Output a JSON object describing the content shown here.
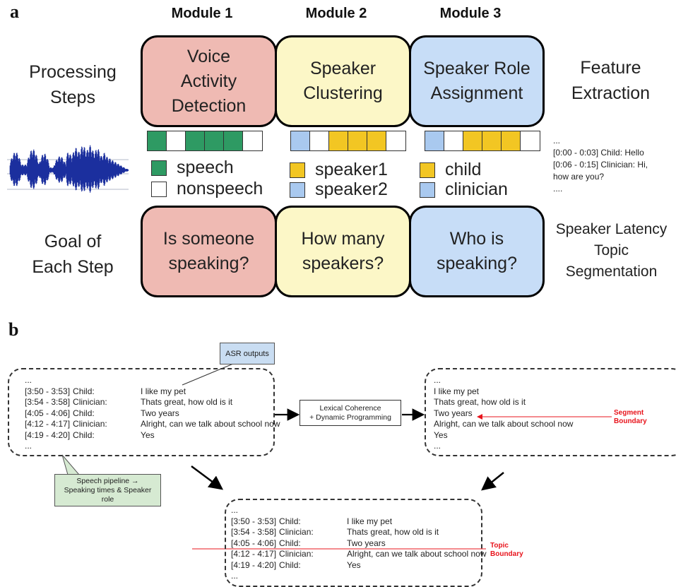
{
  "panel_a": {
    "letter": "a",
    "modules": [
      {
        "header": "Module 1",
        "step": "Voice\nActivity\nDetection",
        "goal": "Is someone\nspeaking?",
        "color": "#efbab3"
      },
      {
        "header": "Module 2",
        "step": "Speaker\nClustering",
        "goal": "How many\nspeakers?",
        "color": "#fcf7c7"
      },
      {
        "header": "Module 3",
        "step": "Speaker Role\nAssignment",
        "goal": "Who is\nspeaking?",
        "color": "#c7ddf7"
      }
    ],
    "row_labels": {
      "processing": "Processing\nSteps",
      "goal": "Goal of\nEach Step"
    },
    "feature": {
      "title": "Feature\nExtraction",
      "goals": "Speaker Latency\nTopic\nSegmentation"
    },
    "strips": [
      [
        "#2e9a63",
        "#ffffff",
        "#2e9a63",
        "#2e9a63",
        "#2e9a63",
        "#ffffff"
      ],
      [
        "#a9c9ef",
        "#ffffff",
        "#f2c623",
        "#f2c623",
        "#f2c623",
        "#ffffff"
      ],
      [
        "#a9c9ef",
        "#ffffff",
        "#f2c623",
        "#f2c623",
        "#f2c623",
        "#ffffff"
      ]
    ],
    "legends": [
      [
        {
          "label": "speech",
          "color": "#2e9a63"
        },
        {
          "label": "nonspeech",
          "color": "#ffffff"
        }
      ],
      [
        {
          "label": "speaker1",
          "color": "#f2c623"
        },
        {
          "label": "speaker2",
          "color": "#a9c9ef"
        }
      ],
      [
        {
          "label": "child",
          "color": "#f2c623"
        },
        {
          "label": "clinician",
          "color": "#a9c9ef"
        }
      ]
    ],
    "feature_text": "...\n[0:00 - 0:03] Child: Hello\n[0:06 - 0:15] Clinician: Hi,\nhow are you?\n....",
    "waveform_color": "#1b2f9e"
  },
  "panel_b": {
    "letter": "b",
    "asr_label": "ASR outputs",
    "process_label": "Lexical Coherence\n+ Dynamic Programming",
    "pipeline_label": "Speech pipeline →\nSpeaking times & Speaker\nrole",
    "segment_label": "Segment\nBoundary",
    "topic_label": "Topic\nBoundary",
    "dots": "...",
    "transcript": [
      {
        "time": "[3:50 - 3:53]",
        "speaker": "Child:",
        "text": "I like my pet"
      },
      {
        "time": "[3:54 - 3:58]",
        "speaker": "Clinician:",
        "text": "Thats great, how old is it"
      },
      {
        "time": "[4:05 - 4:06]",
        "speaker": "Child:",
        "text": "Two years"
      },
      {
        "time": "[4:12 - 4:17]",
        "speaker": "Clinician:",
        "text": "Alright, can we talk about school now"
      },
      {
        "time": "[4:19 - 4:20]",
        "speaker": "Child:",
        "text": "Yes"
      }
    ],
    "colors": {
      "asr_fill": "#c9ddf2",
      "process_fill": "#ffffff",
      "pipeline_fill": "#d6ead2",
      "boundary": "#e8141c"
    }
  }
}
